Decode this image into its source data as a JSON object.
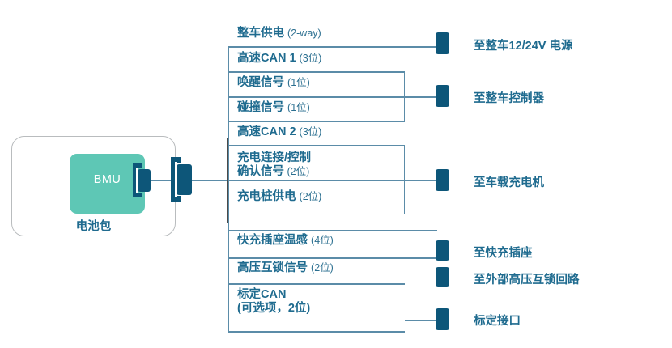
{
  "diagram": {
    "title": "BMU battery pack wiring harness interface diagram",
    "colors": {
      "connector": "#0d5679",
      "bmu_fill": "#5ec7b5",
      "line": "#5b8ca8",
      "text": "#1f6b8f",
      "pack_border": "#b9bcbe"
    }
  },
  "pack": {
    "label": "电池包",
    "module_label": "BMU",
    "connector_name": "bmu-connector",
    "harness_connector_name": "harness-connector"
  },
  "signals": [
    {
      "id": "vehicle-power",
      "main": "整车供电",
      "sub": "(2-way)"
    },
    {
      "id": "can-high-1",
      "main": "高速CAN 1",
      "sub": "(3位)"
    },
    {
      "id": "wakeup-signal",
      "main": "唤醒信号",
      "sub": "(1位)"
    },
    {
      "id": "crash-signal",
      "main": "碰撞信号",
      "sub": "(1位)"
    },
    {
      "id": "can-high-2",
      "main": "高速CAN 2",
      "sub": "(3位)"
    },
    {
      "id": "charge-confirm",
      "main": "充电连接/控制",
      "main2": "确认信号",
      "sub": "(2位)"
    },
    {
      "id": "charger-supply",
      "main": "充电桩供电",
      "sub": "(2位)"
    },
    {
      "id": "fastcharge-temp",
      "main": "快充插座温感",
      "sub": "(4位)"
    },
    {
      "id": "hv-interlock",
      "main": "高压互锁信号",
      "sub": "(2位)"
    },
    {
      "id": "calibration-can",
      "main": "标定CAN",
      "main2": "(可选项，2位)",
      "sub": ""
    }
  ],
  "destinations": [
    {
      "id": "vehicle-power-supply",
      "label": "至整车12/24V 电源"
    },
    {
      "id": "vehicle-controller",
      "label": "至整车控制器"
    },
    {
      "id": "onboard-charger",
      "label": "至车载充电机"
    },
    {
      "id": "fastcharge-socket",
      "label": "至快充插座"
    },
    {
      "id": "external-hv-interlock",
      "label": "至外部高压互锁回路"
    },
    {
      "id": "calibration-port",
      "label": "标定接口"
    }
  ]
}
